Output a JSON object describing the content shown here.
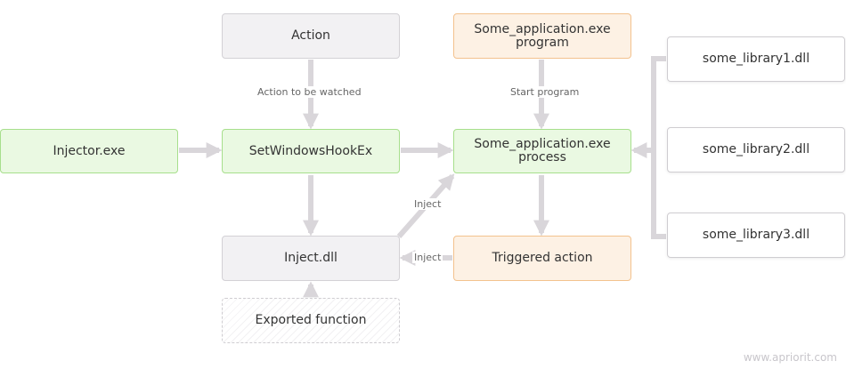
{
  "diagram": {
    "nodes": {
      "action": "Action",
      "app_program": "Some_application.exe\nprogram",
      "injector": "Injector.exe",
      "hook": "SetWindowsHookEx",
      "app_process": "Some_application.exe\nprocess",
      "inject_dll": "Inject.dll",
      "triggered": "Triggered action",
      "exported": "Exported function",
      "lib1": "some_library1.dll",
      "lib2": "some_library2.dll",
      "lib3": "some_library3.dll"
    },
    "edges": {
      "action_watched": "Action to be watched",
      "start_program": "Start program",
      "inject_up": "Inject",
      "inject_left": "Inject"
    },
    "colors": {
      "arrow": "#d9d6da",
      "green_fill": "#eaf9e2",
      "orange_fill": "#fdf1e4",
      "gray_fill": "#f2f1f3"
    }
  },
  "watermark": "www.apriorit.com"
}
